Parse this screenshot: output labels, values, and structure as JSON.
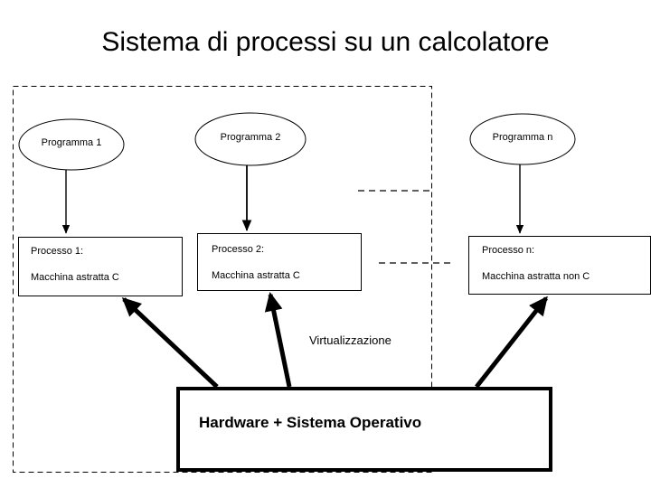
{
  "page": {
    "title": "Sistema di processi su un calcolatore",
    "background_color": "#ffffff",
    "stroke_color": "#000000"
  },
  "diagram": {
    "outer_region": {
      "name": "calcolatore-boundary",
      "style": "dashed"
    },
    "programs": [
      {
        "id": "programma-1",
        "label": "Programma 1"
      },
      {
        "id": "programma-2",
        "label": "Programma 2"
      },
      {
        "id": "programma-n",
        "label": "Programma n"
      }
    ],
    "processes": [
      {
        "id": "processo-1",
        "line1": "Processo 1:",
        "line2": "Macchina astratta C"
      },
      {
        "id": "processo-2",
        "line1": "Processo 2:",
        "line2": "Macchina astratta C"
      },
      {
        "id": "processo-n",
        "line1": "Processo n:",
        "line2": "Macchina astratta non C"
      }
    ],
    "virtualization_label": "Virtualizzazione",
    "platform": {
      "id": "hardware-sistema-operativo",
      "label": "Hardware + Sistema Operativo"
    },
    "ellipsis_connectors": [
      {
        "id": "programs-ellipsis",
        "style": "dashed-horizontal"
      },
      {
        "id": "processes-ellipsis",
        "style": "dashed-horizontal"
      }
    ]
  }
}
